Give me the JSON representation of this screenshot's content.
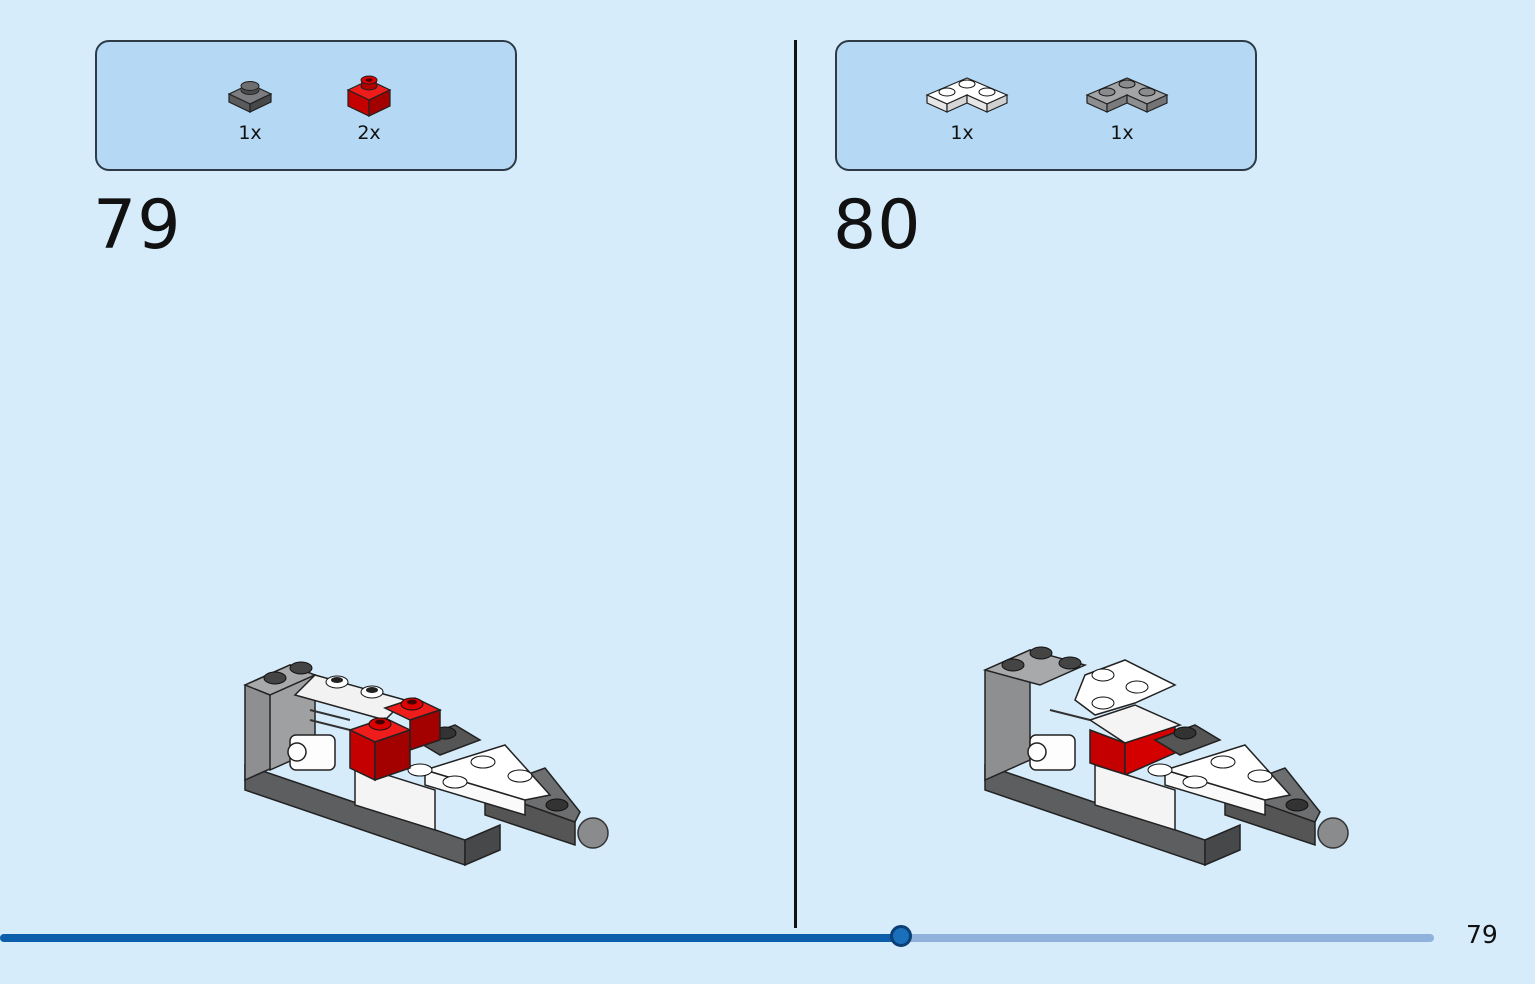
{
  "steps": [
    {
      "number": "79",
      "parts": [
        {
          "icon": "dark-gray-plate-1x1-icon",
          "color": "#6d6e70",
          "count": "1x"
        },
        {
          "icon": "red-brick-1x1-icon",
          "color": "#d40000",
          "count": "2x"
        }
      ]
    },
    {
      "number": "80",
      "parts": [
        {
          "icon": "white-corner-plate-icon",
          "color": "#ffffff",
          "count": "1x"
        },
        {
          "icon": "gray-corner-plate-icon",
          "color": "#9fa1a3",
          "count": "1x"
        }
      ]
    }
  ],
  "progress": {
    "fraction": 0.628
  },
  "page_number": "79",
  "colors": {
    "background": "#d6ecfa",
    "parts_box": "#b5d9f5",
    "progress_fill": "#0d5eaa",
    "progress_track": "#8fb1dc"
  }
}
